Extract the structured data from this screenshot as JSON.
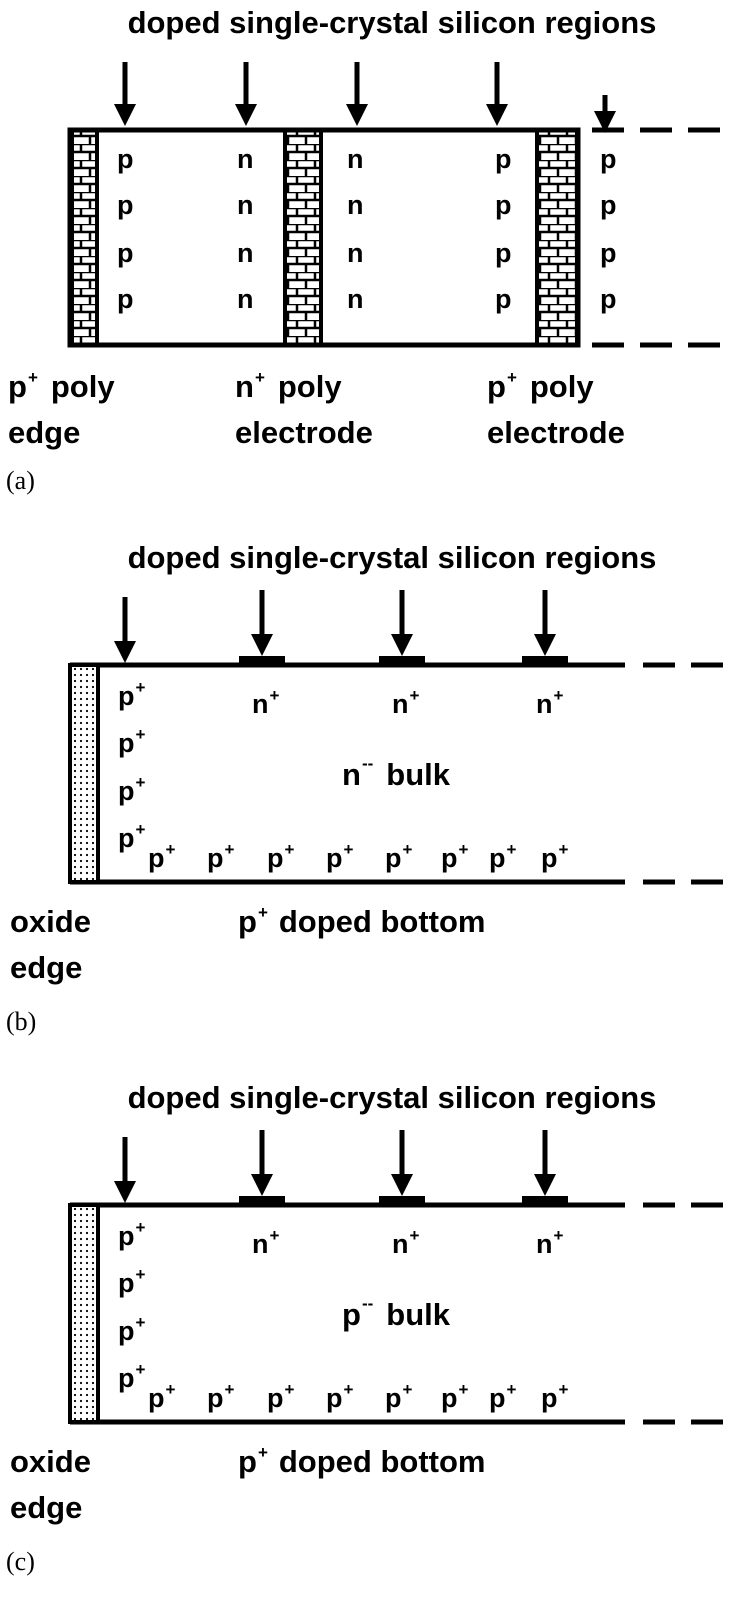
{
  "panels": [
    {
      "tag": "(a)",
      "title": "doped single-crystal silicon regions",
      "columns": [
        {
          "letter": "p"
        },
        {
          "letter": "n"
        },
        {
          "letter": "n"
        },
        {
          "letter": "p"
        },
        {
          "letter": "p"
        }
      ],
      "labels": {
        "left_top_base": "p",
        "left_top_sup": "+",
        "left_top_rest": "poly",
        "left_bottom": "edge",
        "mid_top_base": "n",
        "mid_top_sup": "+",
        "mid_top_rest": "poly",
        "mid_bottom": "electrode",
        "right_top_base": "p",
        "right_top_sup": "+",
        "right_top_rest": "poly",
        "right_bottom": "electrode"
      }
    },
    {
      "tag": "(b)",
      "title": "doped single-crystal silicon regions",
      "implant": {
        "base": "n",
        "sup": "+"
      },
      "side": {
        "base": "p",
        "sup": "+"
      },
      "bottom_dopant": {
        "base": "p",
        "sup": "+"
      },
      "bulk": {
        "base": "n",
        "sup": "--",
        "rest": "bulk"
      },
      "edge_label_1": "oxide",
      "edge_label_2": "edge",
      "bottom_label": {
        "base": "p",
        "sup": "+",
        "rest": "doped bottom"
      }
    },
    {
      "tag": "(c)",
      "title": "doped single-crystal silicon regions",
      "implant": {
        "base": "n",
        "sup": "+"
      },
      "side": {
        "base": "p",
        "sup": "+"
      },
      "bottom_dopant": {
        "base": "p",
        "sup": "+"
      },
      "bulk": {
        "base": "p",
        "sup": "--",
        "rest": "bulk"
      },
      "edge_label_1": "oxide",
      "edge_label_2": "edge",
      "bottom_label": {
        "base": "p",
        "sup": "+",
        "rest": "doped bottom"
      }
    }
  ]
}
